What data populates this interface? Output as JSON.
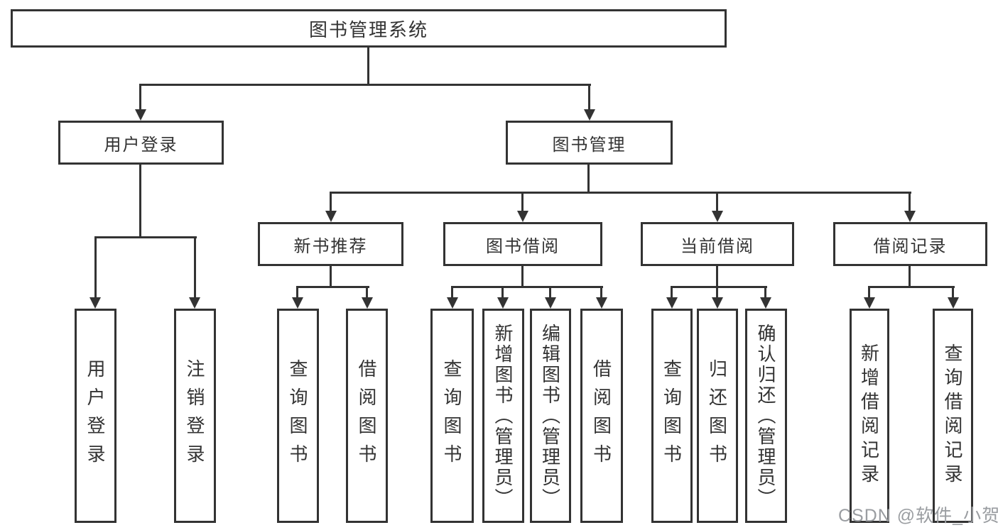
{
  "nodes": {
    "root": {
      "label": "图书管理系统"
    },
    "user_login": {
      "label": "用户登录"
    },
    "book_mgmt": {
      "label": "图书管理"
    },
    "new_book_rec": {
      "label": "新书推荐"
    },
    "book_borrow": {
      "label": "图书借阅"
    },
    "current_borrow": {
      "label": "当前借阅"
    },
    "borrow_record": {
      "label": "借阅记录"
    },
    "leaf_user_login": {
      "label": "用户登录"
    },
    "leaf_logout": {
      "label": "注销登录"
    },
    "leaf_query_book_1": {
      "label": "查询图书"
    },
    "leaf_borrow_book_1": {
      "label": "借阅图书"
    },
    "leaf_query_book_2": {
      "label": "查询图书"
    },
    "leaf_add_book": {
      "label": "新增图书（管理员）"
    },
    "leaf_edit_book": {
      "label": "编辑图书（管理员）"
    },
    "leaf_borrow_book_2": {
      "label": "借阅图书"
    },
    "leaf_query_book_3": {
      "label": "查询图书"
    },
    "leaf_return_book": {
      "label": "归还图书"
    },
    "leaf_confirm_return": {
      "label": "确认归还（管理员）"
    },
    "leaf_add_record": {
      "label": "新增借阅记录"
    },
    "leaf_query_record": {
      "label": "查询借阅记录"
    }
  },
  "watermark": {
    "text": "CSDN @软件_小贺同学"
  },
  "colors": {
    "line": "#333333",
    "text": "#333333",
    "background": "#ffffff",
    "watermark": "#9a9da1"
  }
}
